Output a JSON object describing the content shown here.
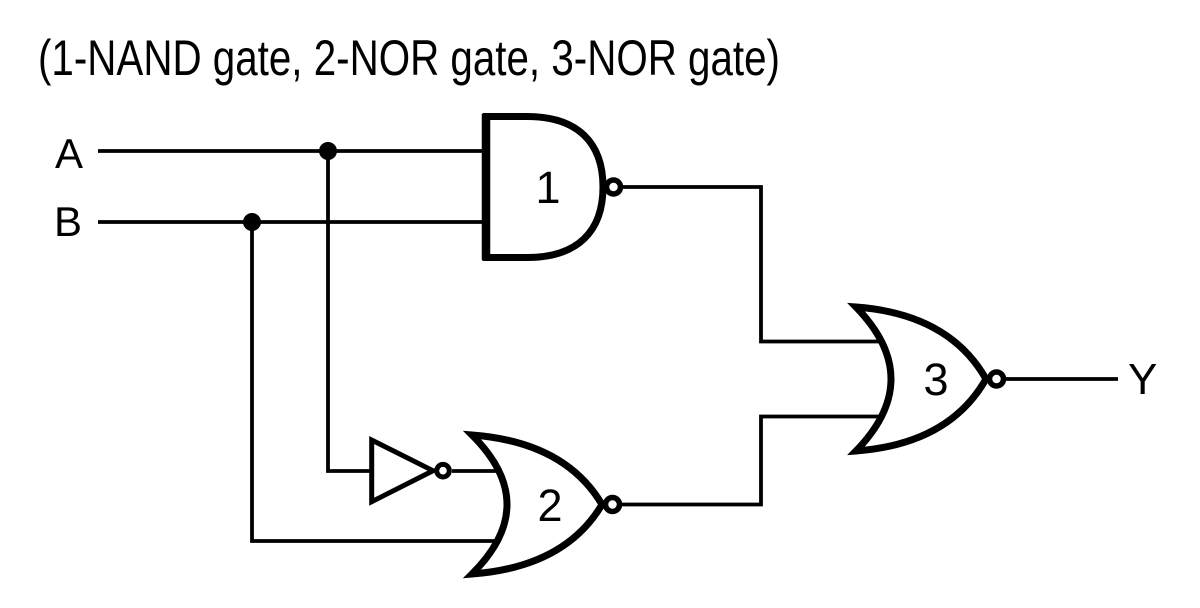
{
  "title": "(1-NAND gate, 2-NOR gate, 3-NOR gate)",
  "inputs": {
    "a": "A",
    "b": "B"
  },
  "output": {
    "label": "Y"
  },
  "gates": {
    "gate1": {
      "label": "1",
      "type": "NAND"
    },
    "gate2": {
      "label": "2",
      "type": "NOR"
    },
    "gate3": {
      "label": "3",
      "type": "NOR"
    },
    "inverter": {
      "type": "NOT"
    }
  },
  "colors": {
    "ink": "#000000",
    "background": "#ffffff"
  }
}
